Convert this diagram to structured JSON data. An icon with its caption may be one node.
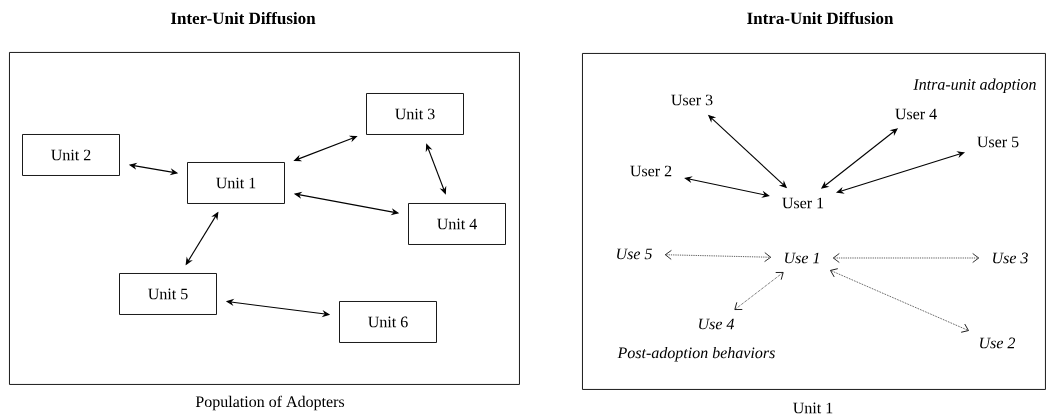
{
  "diagram": {
    "nodes": [
      {
        "text": [
          "Inter-Unit Diffusion"
        ],
        "beside": [
          "Population of Adopters"
        ]
      },
      {
        "text": [
          "Unit 1"
        ],
        "in": 0
      },
      {
        "text": [
          "Unit 2"
        ],
        "in": 0
      },
      {
        "text": [
          "Unit 3"
        ],
        "in": 0
      },
      {
        "text": [
          "Unit 4"
        ],
        "in": 0
      },
      {
        "text": [
          "Unit 5"
        ],
        "in": 0
      },
      {
        "text": [
          "Unit 6"
        ],
        "in": 0
      },
      {
        "text": [
          "Intra-Unit Diffusion"
        ],
        "beside": [
          "Unit 1"
        ]
      },
      {
        "text": [
          "User 1"
        ],
        "in": 7
      },
      {
        "text": [
          "User 2"
        ],
        "in": 7
      },
      {
        "text": [
          "User 3"
        ],
        "in": 7
      },
      {
        "text": [
          "User 4"
        ],
        "in": 7
      },
      {
        "text": [
          "User 5"
        ],
        "in": 7
      },
      {
        "text": [
          "Use 1"
        ],
        "in": 7
      },
      {
        "text": [
          "Use 2"
        ],
        "in": 7
      },
      {
        "text": [
          "Use 3"
        ],
        "in": 7
      },
      {
        "text": [
          "Use 4"
        ],
        "in": 7
      },
      {
        "text": [
          "Use 5"
        ],
        "in": 7
      }
    ],
    "edges": [
      {
        "from": 2,
        "to": 1,
        "arrow": "both"
      },
      {
        "from": 1,
        "to": 3,
        "arrow": "both"
      },
      {
        "from": 3,
        "to": 4,
        "arrow": "both"
      },
      {
        "from": 1,
        "to": 4,
        "arrow": "both"
      },
      {
        "from": 1,
        "to": 5,
        "arrow": "both"
      },
      {
        "from": 5,
        "to": 6,
        "arrow": "both"
      },
      {
        "from": 9,
        "to": 8,
        "arrow": "both"
      },
      {
        "from": 10,
        "to": 8,
        "arrow": "both"
      },
      {
        "from": 11,
        "to": 8,
        "arrow": "both"
      },
      {
        "from": 12,
        "to": 8,
        "arrow": "both"
      },
      {
        "from": 17,
        "to": 13,
        "arrow": "both",
        "style": "dashed"
      },
      {
        "from": 13,
        "to": 15,
        "arrow": "both",
        "style": "dashed"
      },
      {
        "from": 16,
        "to": 13,
        "arrow": "both",
        "style": "dashed"
      },
      {
        "from": 13,
        "to": 14,
        "arrow": "both",
        "style": "dashed"
      }
    ],
    "labels": [
      "Intra-unit adoption",
      "Post-adoption behaviors"
    ]
  }
}
